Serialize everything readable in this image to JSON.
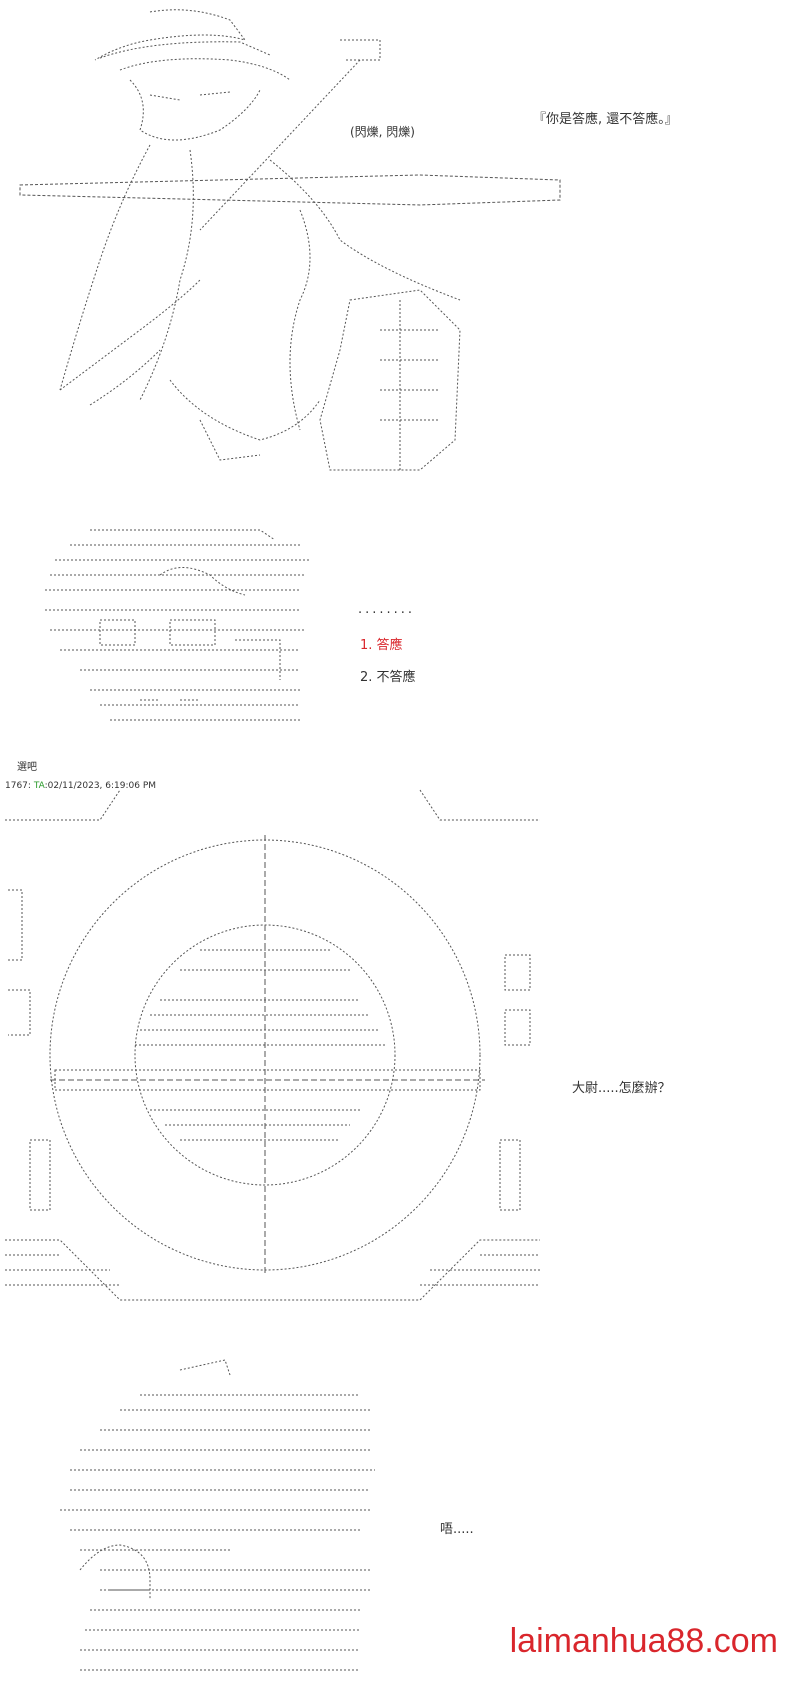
{
  "panel1": {
    "sfx": "(閃爍, 閃爍)",
    "dialogue": "『你是答應, 還不答應。』"
  },
  "panel2": {
    "ellipsis": "........",
    "choice1": "1. 答應",
    "choice2": "2. 不答應",
    "caption": "選吧"
  },
  "post_meta": {
    "number": "1767",
    "author": "TA",
    "timestamp": "02/11/2023, 6:19:06 PM"
  },
  "panel3": {
    "dialogue": "大尉.....怎麼辦？"
  },
  "panel4": {
    "dialogue": "唔....."
  },
  "watermark": "laimanhua88.com",
  "colors": {
    "line": "#555555",
    "accent_red": "#d9262c",
    "author_green": "#2b9a2b"
  }
}
